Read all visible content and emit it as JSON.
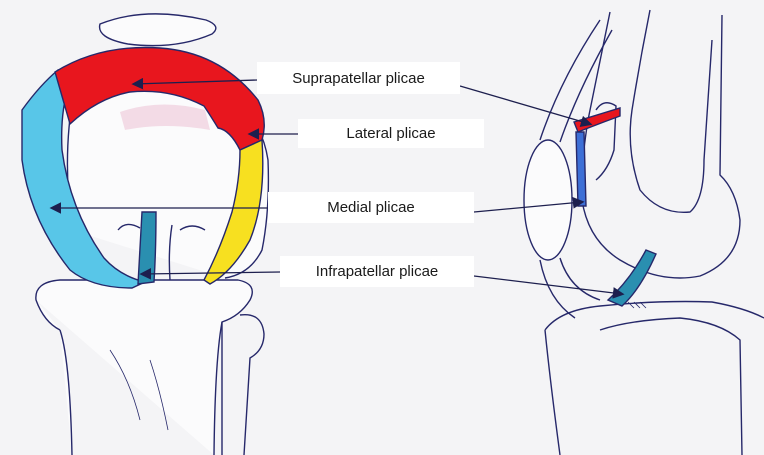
{
  "labels": {
    "suprapatellar": "Suprapatellar plicae",
    "lateral": "Lateral plicae",
    "medial": "Medial plicae",
    "infrapatellar": "Infrapatellar plicae"
  },
  "colors": {
    "suprapatellar": "#e8161e",
    "lateral": "#f7e020",
    "medial": "#58c6e8",
    "infrapatellar": "#2a8fb0",
    "outline": "#26286a",
    "background": "#f4f4f6"
  }
}
